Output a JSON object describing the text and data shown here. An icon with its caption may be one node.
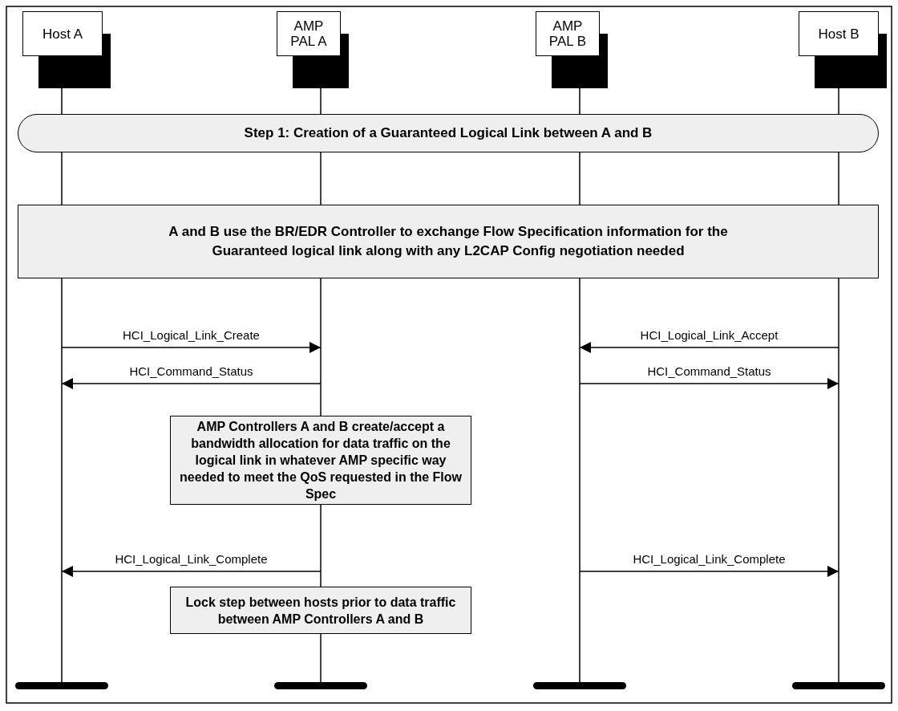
{
  "diagram": {
    "nodes": [
      {
        "text": [
          "Host A"
        ]
      },
      {
        "text": [
          "AMP PAL A"
        ]
      },
      {
        "text": [
          "AMP PAL B"
        ]
      },
      {
        "text": [
          "Host B"
        ]
      },
      {
        "text": [
          "Step 1: Creation of a Guaranteed Logical Link between A and B"
        ]
      },
      {
        "text": [
          "A and B use the BR/EDR Controller to exchange Flow Specification information for the Guaranteed logical link along with any L2CAP Config negotiation needed"
        ]
      },
      {
        "text": [
          "AMP Controllers A and B create/accept a bandwidth allocation for data traffic on the logical link in whatever AMP specific way needed to meet the QoS requested in the Flow Spec"
        ]
      },
      {
        "text": [
          "Lock step between hosts prior to data traffic between AMP Controllers A and B"
        ]
      }
    ],
    "edges": [
      {
        "from": 0,
        "to": 1,
        "arrow": "to",
        "label": "HCI_Logical_Link_Create"
      },
      {
        "from": 3,
        "to": 2,
        "arrow": "to",
        "label": "HCI_Logical_Link_Accept"
      },
      {
        "from": 1,
        "to": 0,
        "arrow": "to",
        "label": "HCI_Command_Status"
      },
      {
        "from": 2,
        "to": 3,
        "arrow": "to",
        "label": "HCI_Command_Status"
      },
      {
        "from": 1,
        "to": 0,
        "arrow": "to",
        "label": "HCI_Logical_Link_Complete"
      },
      {
        "from": 2,
        "to": 3,
        "arrow": "to",
        "label": "HCI_Logical_Link_Complete"
      }
    ]
  }
}
